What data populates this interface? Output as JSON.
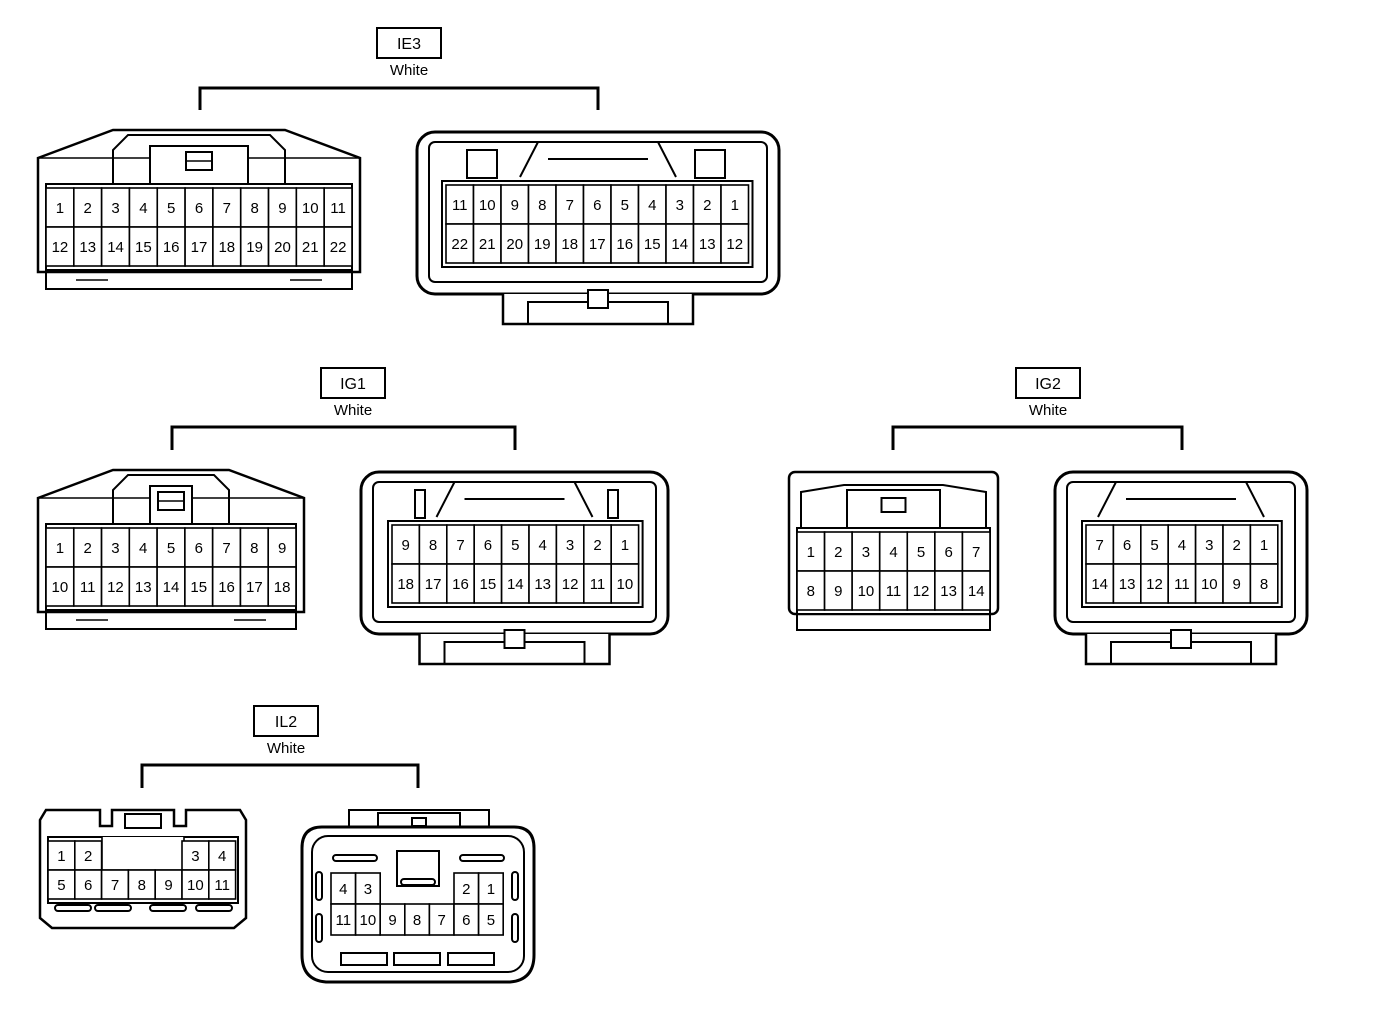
{
  "groups": [
    {
      "id": "ie3",
      "label": "IE3",
      "color": "White",
      "male": {
        "rows": [
          [
            "1",
            "2",
            "3",
            "4",
            "5",
            "6",
            "7",
            "8",
            "9",
            "10",
            "11"
          ],
          [
            "12",
            "13",
            "14",
            "15",
            "16",
            "17",
            "18",
            "19",
            "20",
            "21",
            "22"
          ]
        ]
      },
      "female": {
        "rows": [
          [
            "11",
            "10",
            "9",
            "8",
            "7",
            "6",
            "5",
            "4",
            "3",
            "2",
            "1"
          ],
          [
            "22",
            "21",
            "20",
            "19",
            "18",
            "17",
            "16",
            "15",
            "14",
            "13",
            "12"
          ]
        ]
      }
    },
    {
      "id": "ig1",
      "label": "IG1",
      "color": "White",
      "male": {
        "rows": [
          [
            "1",
            "2",
            "3",
            "4",
            "5",
            "6",
            "7",
            "8",
            "9"
          ],
          [
            "10",
            "11",
            "12",
            "13",
            "14",
            "15",
            "16",
            "17",
            "18"
          ]
        ]
      },
      "female": {
        "rows": [
          [
            "9",
            "8",
            "7",
            "6",
            "5",
            "4",
            "3",
            "2",
            "1"
          ],
          [
            "18",
            "17",
            "16",
            "15",
            "14",
            "13",
            "12",
            "11",
            "10"
          ]
        ]
      }
    },
    {
      "id": "ig2",
      "label": "IG2",
      "color": "White",
      "male": {
        "rows": [
          [
            "1",
            "2",
            "3",
            "4",
            "5",
            "6",
            "7"
          ],
          [
            "8",
            "9",
            "10",
            "11",
            "12",
            "13",
            "14"
          ]
        ]
      },
      "female": {
        "rows": [
          [
            "7",
            "6",
            "5",
            "4",
            "3",
            "2",
            "1"
          ],
          [
            "14",
            "13",
            "12",
            "11",
            "10",
            "9",
            "8"
          ]
        ]
      }
    },
    {
      "id": "il2",
      "label": "IL2",
      "color": "White",
      "male": {
        "rows": [
          [
            "1",
            "2",
            "",
            "",
            "",
            "3",
            "4"
          ],
          [
            "5",
            "6",
            "7",
            "8",
            "9",
            "10",
            "11"
          ]
        ]
      },
      "female": {
        "rows": [
          [
            "4",
            "3",
            "",
            "",
            "",
            "2",
            "1"
          ],
          [
            "11",
            "10",
            "9",
            "8",
            "7",
            "6",
            "5"
          ]
        ]
      }
    }
  ]
}
